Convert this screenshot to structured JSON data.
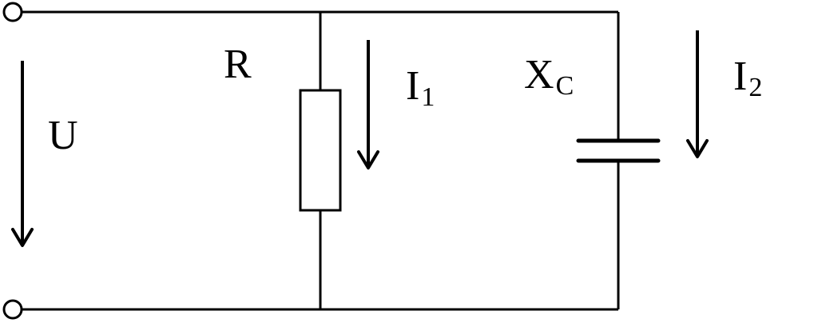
{
  "labels": {
    "voltage": "U",
    "resistance": "R",
    "current1_main": "I",
    "current1_sub": "1",
    "reactance_main": "X",
    "reactance_sub": "C",
    "current2_main": "I",
    "current2_sub": "2"
  },
  "colors": {
    "line": "#000000",
    "background": "#ffffff"
  }
}
